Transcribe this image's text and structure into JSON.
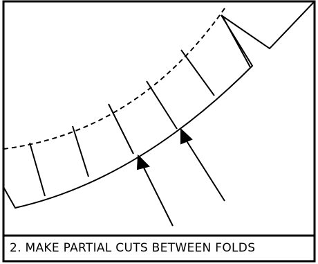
{
  "caption": "2. MAKE PARTIAL CUTS BETWEEN FOLDS",
  "colors": {
    "line": "#000000",
    "background": "#ffffff"
  },
  "figure": {
    "fold_lines": 6,
    "arrows": 2,
    "cut_line_style": "dashed"
  }
}
